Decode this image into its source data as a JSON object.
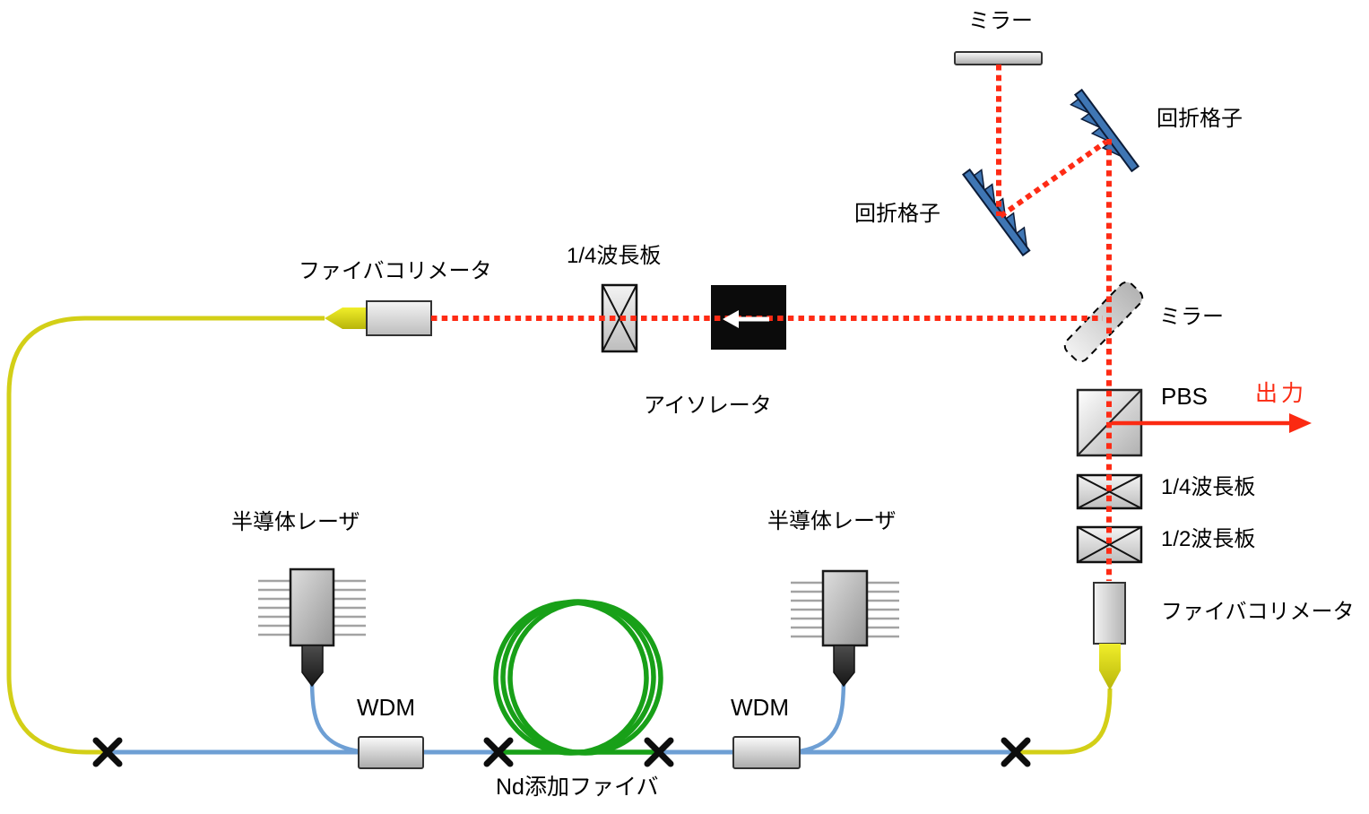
{
  "diagram": {
    "labels": {
      "mirror_top": "ミラー",
      "grating_upper": "回折格子",
      "grating_lower": "回折格子",
      "collimator_left": "ファイバコリメータ",
      "quarter_wave_free_space": "1/4波長板",
      "isolator": "アイソレータ",
      "mirror_flip": "ミラー",
      "pbs": "PBS",
      "output": "出力",
      "quarter_wave_right": "1/4波長板",
      "half_wave_right": "1/2波長板",
      "collimator_right": "ファイバコリメータ",
      "laser_left": "半導体レーザ",
      "laser_right": "半導体レーザ",
      "wdm_left": "WDM",
      "wdm_right": "WDM",
      "nd_fiber": "Nd添加ファイバ"
    },
    "colors": {
      "beam_red": "#fe2b15",
      "output_arrow_red": "#fb2a12",
      "fiber_yellow": "#d3cf17",
      "fiber_blue": "#6e9fd4",
      "fiber_green": "#18a018",
      "grating_fill": "#3f76b4",
      "grating_stroke": "#0c1c38",
      "splice_mark_black": "#0d0d0d",
      "isolator_black": "#0b0b0b"
    }
  }
}
